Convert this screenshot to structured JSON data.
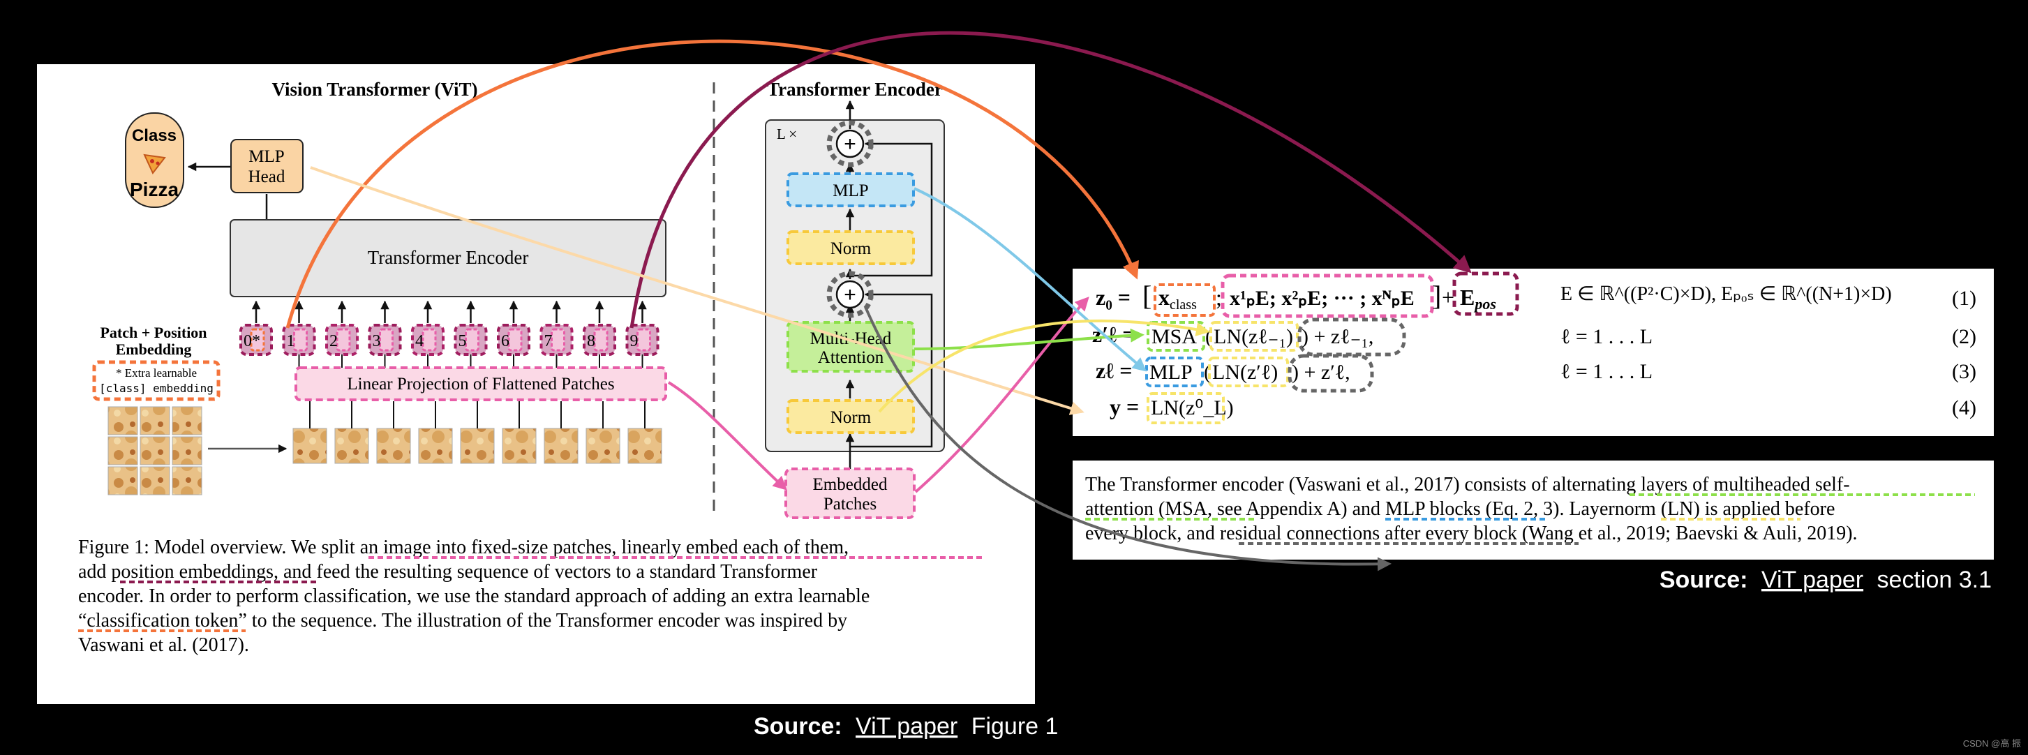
{
  "figure": {
    "title_vit": "Vision Transformer (ViT)",
    "title_encoder": "Transformer Encoder",
    "class_label_1": "Class",
    "class_label_2": "Pizza",
    "mlp_head_1": "MLP",
    "mlp_head_2": "Head",
    "encoder_box": "Transformer Encoder",
    "patch_pos_1": "Patch + Position",
    "patch_pos_2": "Embedding",
    "extra_token_1": "* Extra learnable",
    "extra_token_2": "[class] embedding",
    "linear_proj": "Linear Projection of Flattened Patches",
    "tokens": [
      "0*",
      "1",
      "2",
      "3",
      "4",
      "5",
      "6",
      "7",
      "8",
      "9"
    ],
    "lx": "L ×",
    "mlp": "MLP",
    "norm": "Norm",
    "mha_1": "Multi-Head",
    "mha_2": "Attention",
    "embedded_1": "Embedded",
    "embedded_2": "Patches",
    "plus": "+",
    "caption": [
      "Figure 1: Model overview. We split an image into fixed-size patches, linearly embed each of them,",
      "add position embeddings, and feed the resulting sequence of vectors to a standard Transformer",
      "encoder. In order to perform classification, we use the standard approach of adding an extra learnable",
      "“classification token” to the sequence. The illustration of the Transformer encoder was inspired by",
      "Vaswani et al. (2017)."
    ]
  },
  "source_fig": {
    "bold": "Source:",
    "link": "ViT paper",
    "rest": "Figure 1"
  },
  "equations": {
    "eq1_lhs": "z₀ =",
    "eq1_xclass": "x",
    "eq1_xclass_sub": "class",
    "eq1_patches": "x¹ₚE; x²ₚE; ··· ; xᴺₚE",
    "eq1_plus": "+",
    "eq1_epos": "E",
    "eq1_epos_sub": "pos",
    "eq1_cond": "E ∈ ℝ^((P²·C)×D), Eₚₒₛ ∈ ℝ^((N+1)×D)",
    "eq1_num": "(1)",
    "eq2_lhs": "z′ℓ =",
    "eq2_msa": "MSA",
    "eq2_ln": "LN(zℓ₋₁)",
    "eq2_res": ") + zℓ₋₁,",
    "eq2_cond": "ℓ = 1 . . . L",
    "eq2_num": "(2)",
    "eq3_lhs": "zℓ =",
    "eq3_mlp": "MLP",
    "eq3_ln": "LN(z′ℓ)",
    "eq3_res": ") + z′ℓ,",
    "eq3_cond": "ℓ = 1 . . . L",
    "eq3_num": "(3)",
    "eq4_lhs": "y =",
    "eq4_ln": "LN(z⁰_L)",
    "eq4_num": "(4)"
  },
  "paragraph": [
    "The Transformer encoder (Vaswani et al., 2017) consists of alternating layers of multiheaded self-",
    "attention (MSA, see Appendix A) and MLP blocks (Eq. 2, 3). Layernorm (LN) is applied before",
    "every block, and residual connections after every block (Wang et al., 2019; Baevski & Auli, 2019)."
  ],
  "source_sec": {
    "bold": "Source:",
    "link": "ViT paper",
    "rest": "section 3.1"
  },
  "watermark": "CSDN @高 振",
  "colors": {
    "class_orange": "#f4743b",
    "position_magenta": "#8b1a4f",
    "mlp_head_peach": "#fcd9a8",
    "pink_patches": "#e85ea8",
    "msa_green": "#8de04a",
    "mlp_blue": "#7fc8e8",
    "norm_yellow": "#f7e46a",
    "residual_gray": "#666666"
  }
}
